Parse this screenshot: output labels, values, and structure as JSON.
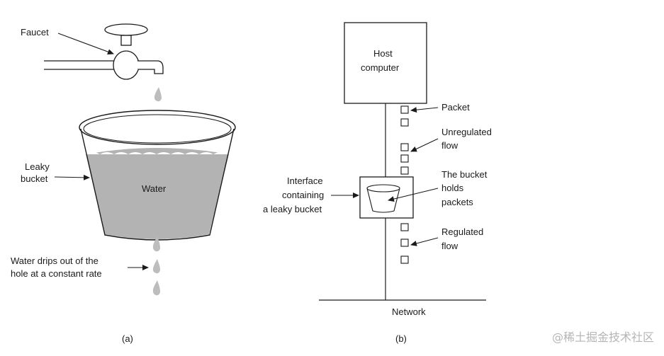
{
  "panel_a": {
    "faucet_label": "Faucet",
    "bucket_label_line1": "Leaky",
    "bucket_label_line2": "bucket",
    "water_label": "Water",
    "drips_label_line1": "Water drips out of the",
    "drips_label_line2": "hole at a constant rate",
    "caption": "(a)"
  },
  "panel_b": {
    "host_line1": "Host",
    "host_line2": "computer",
    "packet_label": "Packet",
    "unregulated_line1": "Unregulated",
    "unregulated_line2": "flow",
    "interface_line1": "Interface",
    "interface_line2": "containing",
    "interface_line3": "a leaky bucket",
    "bucket_holds_line1": "The bucket",
    "bucket_holds_line2": "holds",
    "bucket_holds_line3": "packets",
    "regulated_line1": "Regulated",
    "regulated_line2": "flow",
    "network_label": "Network",
    "caption": "(b)"
  },
  "watermark": "@稀土掘金技术社区",
  "colors": {
    "water": "#b3b3b3",
    "drop": "#bdbdbd",
    "line": "#1a1a1a",
    "watermark": "#b5b5b5"
  }
}
